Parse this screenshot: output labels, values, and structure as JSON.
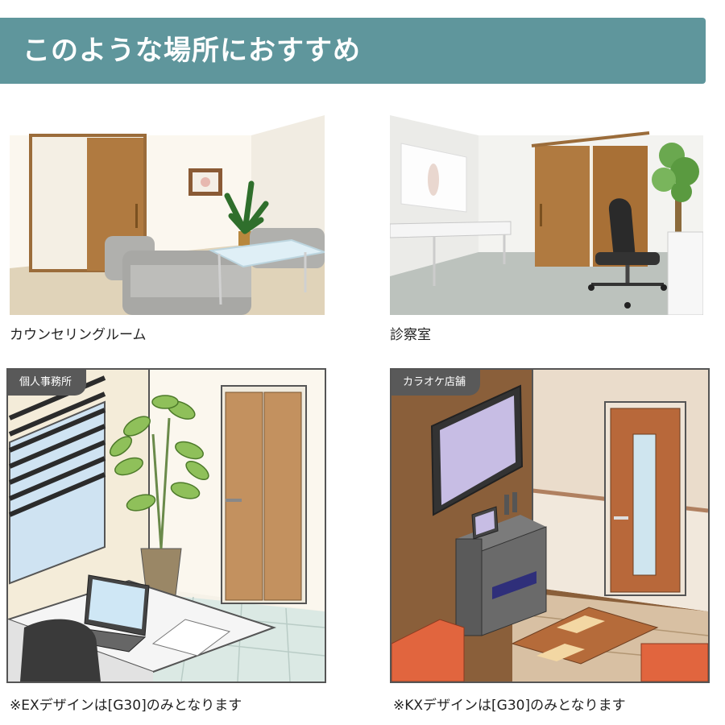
{
  "header": {
    "title": "このような場所におすすめ"
  },
  "cards": [
    {
      "caption": "カウンセリングルーム",
      "tag": ""
    },
    {
      "caption": "診察室",
      "tag": ""
    },
    {
      "caption": "※EXデザインは[G30]のみとなります",
      "tag": "個人事務所"
    },
    {
      "caption": "※KXデザインは[G30]のみとなります",
      "tag": "カラオケ店舗"
    }
  ]
}
